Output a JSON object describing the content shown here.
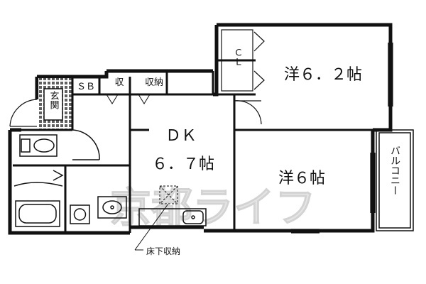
{
  "rooms": {
    "western_large": "洋６．２帖",
    "western_small": "洋６帖",
    "dk_line1": "ＤＫ",
    "dk_line2": "６．７帖",
    "closet": "ＣＬ",
    "entrance": "玄関",
    "shoe_box": "ＳＢ",
    "storage_small": "収",
    "storage": "収納",
    "balcony": "バルコニー"
  },
  "annotations": {
    "underfloor_storage": "床下収納"
  },
  "watermark": "京都ライフ",
  "colors": {
    "wall": "#111111",
    "tile": "#555555",
    "watermark": "#dddddd"
  }
}
